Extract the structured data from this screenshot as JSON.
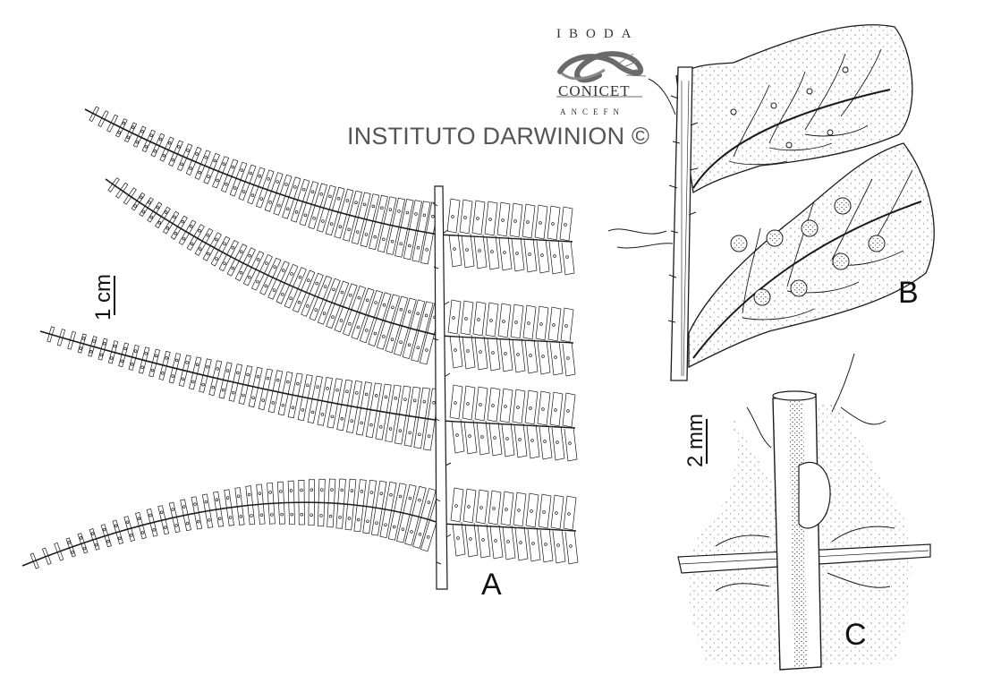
{
  "logo": {
    "top": "IBODA",
    "middle": "CONICET",
    "bottom": "ANCEFN",
    "icon": "iboda-wave-logo-icon"
  },
  "watermark": "INSTITUTO DARWINION ©",
  "labels": {
    "a": "A",
    "b": "B",
    "c": "C"
  },
  "scale_bars": {
    "a": "1 cm",
    "c": "2 mm"
  },
  "colors": {
    "ink": "#1a1a1a",
    "logo": "#6a6a6a",
    "background": "#ffffff"
  }
}
